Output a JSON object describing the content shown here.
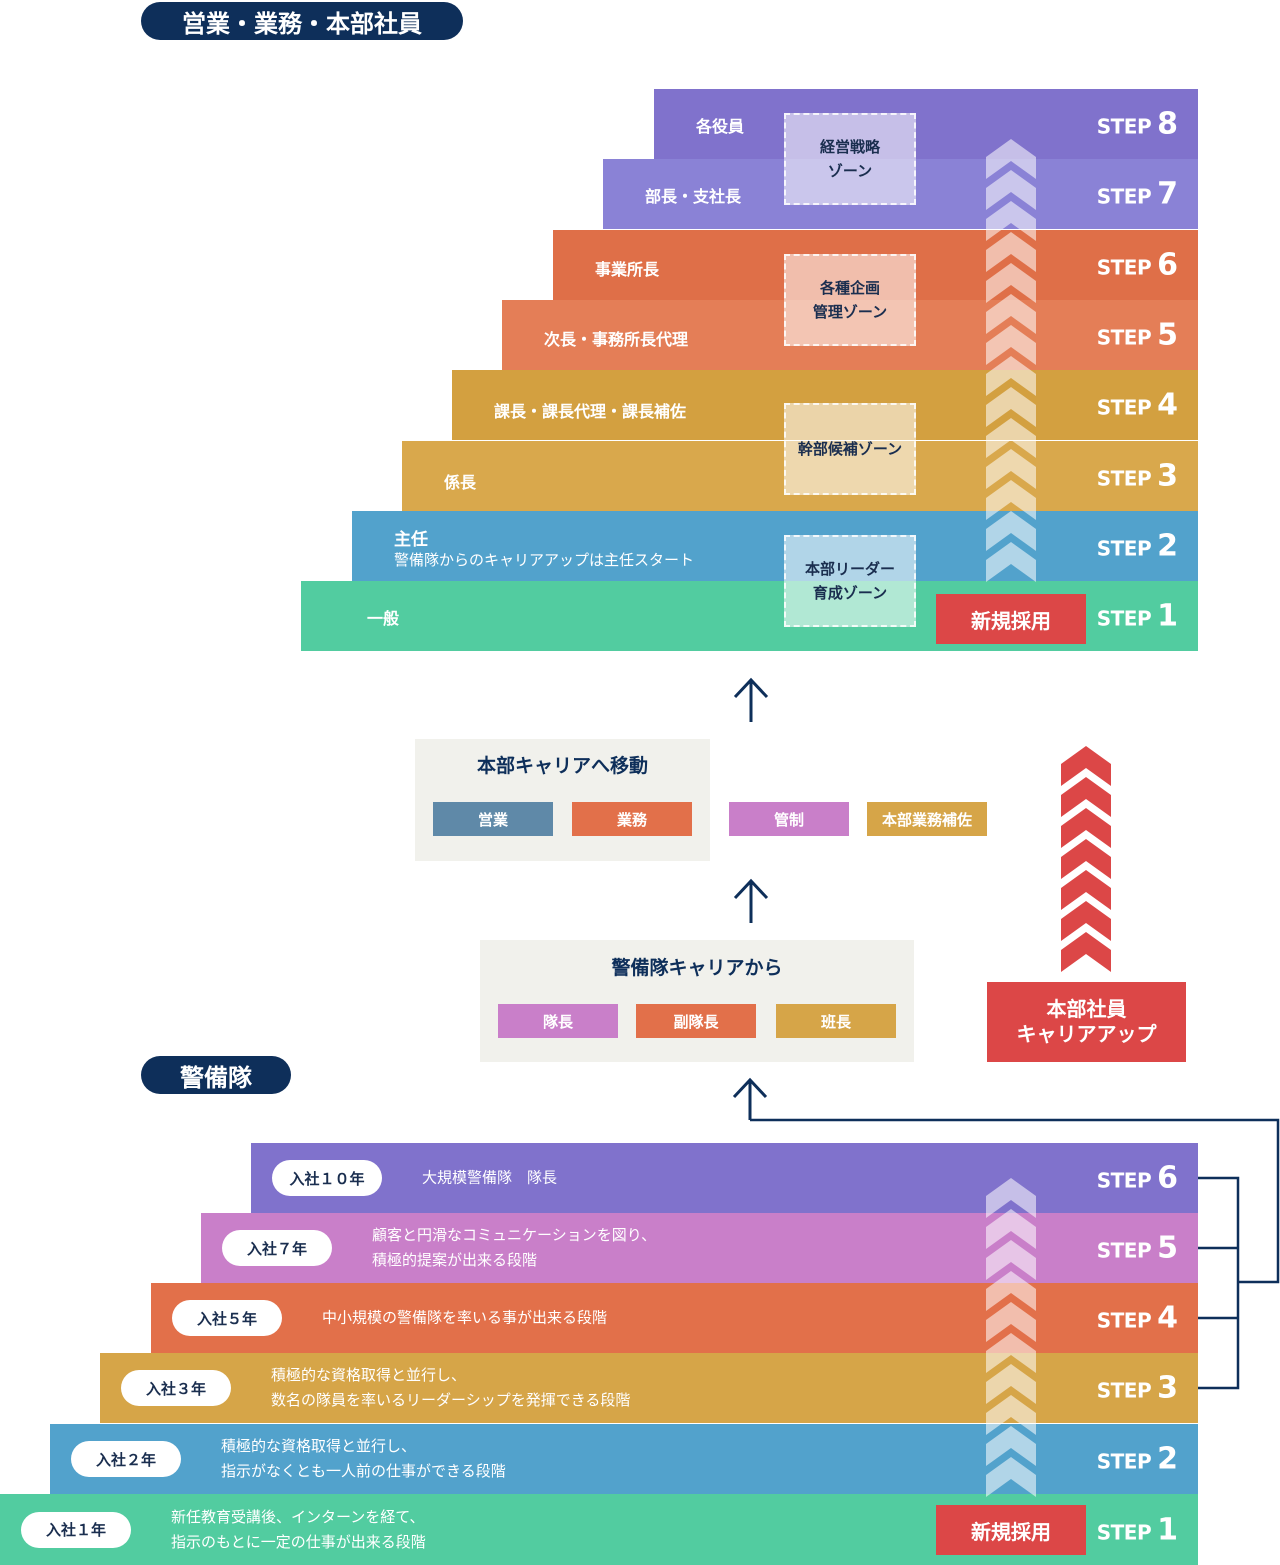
{
  "sections": {
    "hq_title": "営業・業務・本部社員",
    "guard_title": "警備隊"
  },
  "hq_steps": [
    {
      "role": "一般",
      "sub": "",
      "step_word": "STEP",
      "step_num": "1"
    },
    {
      "role": "主任",
      "sub": "警備隊からのキャリアアップは主任スタート",
      "step_word": "STEP",
      "step_num": "2"
    },
    {
      "role": "係長",
      "sub": "",
      "step_word": "STEP",
      "step_num": "3"
    },
    {
      "role": "課長・課長代理・課長補佐",
      "sub": "",
      "step_word": "STEP",
      "step_num": "4"
    },
    {
      "role": "次長・事務所長代理",
      "sub": "",
      "step_word": "STEP",
      "step_num": "5"
    },
    {
      "role": "事業所長",
      "sub": "",
      "step_word": "STEP",
      "step_num": "6"
    },
    {
      "role": "部長・支社長",
      "sub": "",
      "step_word": "STEP",
      "step_num": "7"
    },
    {
      "role": "各役員",
      "sub": "",
      "step_word": "STEP",
      "step_num": "8"
    }
  ],
  "zones": [
    {
      "label": "経営戦略\nゾーン"
    },
    {
      "label": "各種企画\n管理ゾーン"
    },
    {
      "label": "幹部候補ゾーン"
    },
    {
      "label": "本部リーダー\n育成ゾーン"
    }
  ],
  "new_hire_label": "新規採用",
  "hq_move": {
    "title": "本部キャリアへ移動",
    "tags": [
      "営業",
      "業務",
      "管制",
      "本部業務補佐"
    ]
  },
  "guard_career": {
    "title": "警備隊キャリアから",
    "tags": [
      "隊長",
      "副隊長",
      "班長"
    ]
  },
  "career_up_box": "本部社員\nキャリアアップ",
  "guard_steps": [
    {
      "year": "入社１年",
      "desc": "新任教育受講後、インターンを経て、\n指示のもとに一定の仕事が出来る段階",
      "step_word": "STEP",
      "step_num": "1"
    },
    {
      "year": "入社２年",
      "desc": "積極的な資格取得と並行し、\n指示がなくとも一人前の仕事ができる段階",
      "step_word": "STEP",
      "step_num": "2"
    },
    {
      "year": "入社３年",
      "desc": "積極的な資格取得と並行し、\n数名の隊員を率いるリーダーシップを発揮できる段階",
      "step_word": "STEP",
      "step_num": "3"
    },
    {
      "year": "入社５年",
      "desc": "中小規模の警備隊を率いる事が出来る段階",
      "step_word": "STEP",
      "step_num": "4"
    },
    {
      "year": "入社７年",
      "desc": "顧客と円滑なコミュニケーションを図り、\n積極的提案が出来る段階",
      "step_word": "STEP",
      "step_num": "5"
    },
    {
      "year": "入社１０年",
      "desc": "大規模警備隊　隊長",
      "step_word": "STEP",
      "step_num": "6"
    }
  ],
  "colors": {
    "navy": "#0e2f5a",
    "green": "#52cca0",
    "blue": "#52a2cc",
    "mustard": "#d6a548",
    "orange": "#e2754e",
    "purple": "#8377cf",
    "pink": "#c97fc9",
    "red": "#dc4747"
  }
}
